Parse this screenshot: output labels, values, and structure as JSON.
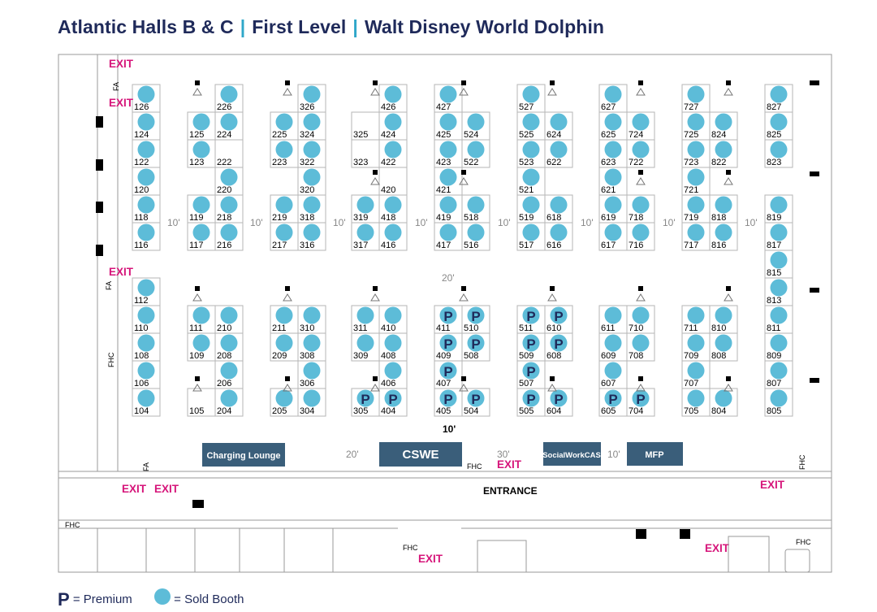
{
  "title": {
    "hall": "Atlantic Halls B & C",
    "level": "First Level",
    "venue": "Walt Disney World Dolphin",
    "separator": "|"
  },
  "colors": {
    "title": "#1f2a5a",
    "separator": "#2fa7c9",
    "sold": "#5dbcd8",
    "premium_letter": "#1f2a5a",
    "exit": "#d6157a",
    "lounge": "#3a5e7a",
    "line": "#9a9a9a"
  },
  "booth_columns": [
    [
      "126",
      "124",
      "122",
      "120",
      "118",
      "116",
      "112",
      "110",
      "108",
      "106",
      "104"
    ],
    [
      "226",
      "224",
      "222",
      "220",
      "218",
      "216",
      "210",
      "208",
      "206",
      "204"
    ],
    [
      "326",
      "324",
      "322",
      "320",
      "318",
      "316",
      "310",
      "308",
      "306",
      "304"
    ],
    [
      "426",
      "424",
      "422",
      "420",
      "418",
      "416",
      "410",
      "408",
      "406",
      "404"
    ],
    [
      "427",
      "425",
      "423",
      "421",
      "419",
      "417",
      "411",
      "409",
      "407",
      "405"
    ],
    [
      "524",
      "522",
      "518",
      "516",
      "510",
      "508",
      "504"
    ],
    [
      "527",
      "525",
      "523",
      "521",
      "519",
      "517",
      "511",
      "509",
      "507",
      "505"
    ],
    [
      "624",
      "622",
      "618",
      "616",
      "610",
      "608",
      "604"
    ],
    [
      "627",
      "625",
      "623",
      "621",
      "619",
      "617",
      "611",
      "609",
      "607",
      "605"
    ],
    [
      "724",
      "722",
      "718",
      "716",
      "710",
      "708",
      "704"
    ],
    [
      "727",
      "725",
      "723",
      "721",
      "719",
      "717",
      "711",
      "709",
      "707",
      "705"
    ],
    [
      "824",
      "822",
      "818",
      "816",
      "810",
      "808",
      "804"
    ],
    [
      "827",
      "825",
      "823",
      "819",
      "817",
      "815",
      "813",
      "811",
      "809",
      "807",
      "805"
    ]
  ],
  "booth_columns_2": [
    [
      "125",
      "123",
      "119",
      "117",
      "111",
      "109",
      "105"
    ],
    [
      "225",
      "223",
      "219",
      "217",
      "211",
      "209",
      "205"
    ],
    [
      "325",
      "323",
      "319",
      "317",
      "311",
      "309",
      "305"
    ]
  ],
  "sold_booths": [
    "126",
    "124",
    "122",
    "120",
    "118",
    "116",
    "112",
    "110",
    "108",
    "106",
    "104",
    "226",
    "224",
    "220",
    "218",
    "216",
    "210",
    "208",
    "206",
    "204",
    "125",
    "123",
    "119",
    "117",
    "111",
    "109",
    "326",
    "324",
    "322",
    "320",
    "318",
    "316",
    "310",
    "308",
    "306",
    "304",
    "225",
    "223",
    "219",
    "217",
    "211",
    "209",
    "205",
    "426",
    "424",
    "422",
    "418",
    "416",
    "410",
    "408",
    "406",
    "404",
    "319",
    "317",
    "311",
    "309",
    "305",
    "427",
    "425",
    "423",
    "421",
    "419",
    "417",
    "411",
    "409",
    "407",
    "405",
    "524",
    "522",
    "518",
    "516",
    "510",
    "508",
    "504",
    "527",
    "525",
    "523",
    "521",
    "519",
    "517",
    "511",
    "509",
    "507",
    "505",
    "624",
    "622",
    "618",
    "616",
    "610",
    "608",
    "604",
    "627",
    "625",
    "623",
    "621",
    "619",
    "617",
    "611",
    "609",
    "607",
    "605",
    "724",
    "722",
    "718",
    "716",
    "710",
    "708",
    "704",
    "727",
    "725",
    "723",
    "721",
    "719",
    "717",
    "711",
    "709",
    "707",
    "705",
    "824",
    "822",
    "818",
    "816",
    "810",
    "808",
    "804",
    "827",
    "825",
    "823",
    "819",
    "817",
    "815",
    "813",
    "811",
    "809",
    "807",
    "805"
  ],
  "premium_booths": [
    "411",
    "510",
    "511",
    "610",
    "409",
    "508",
    "509",
    "608",
    "407",
    "507",
    "305",
    "404",
    "405",
    "504",
    "505",
    "604",
    "605",
    "704"
  ],
  "premium_letter": "P",
  "aisle_labels": [
    "10'",
    "10'",
    "10'",
    "10'",
    "10'",
    "10'",
    "10'",
    "10'"
  ],
  "cross_aisle_label": "20'",
  "bottom_aisle_label": "10'",
  "lounges": [
    {
      "label": "Charging Lounge"
    },
    {
      "label": "CSWE"
    },
    {
      "label": "SocialWorkCAS"
    },
    {
      "label": "MFP"
    }
  ],
  "lounge_gaps": [
    "20'",
    "30'",
    "10'"
  ],
  "exits": [
    "EXIT",
    "EXIT",
    "EXIT",
    "EXIT",
    "EXIT",
    "EXIT",
    "EXIT",
    "EXIT"
  ],
  "fa_labels": [
    "FA",
    "FA",
    "FA"
  ],
  "fhc_labels": [
    "FHC",
    "FHC",
    "FHC",
    "FHC",
    "FHC",
    "FHC"
  ],
  "entrance": "ENTRANCE",
  "legend": {
    "premium_symbol": "P",
    "premium_text": "= Premium",
    "sold_text": "= Sold Booth"
  }
}
